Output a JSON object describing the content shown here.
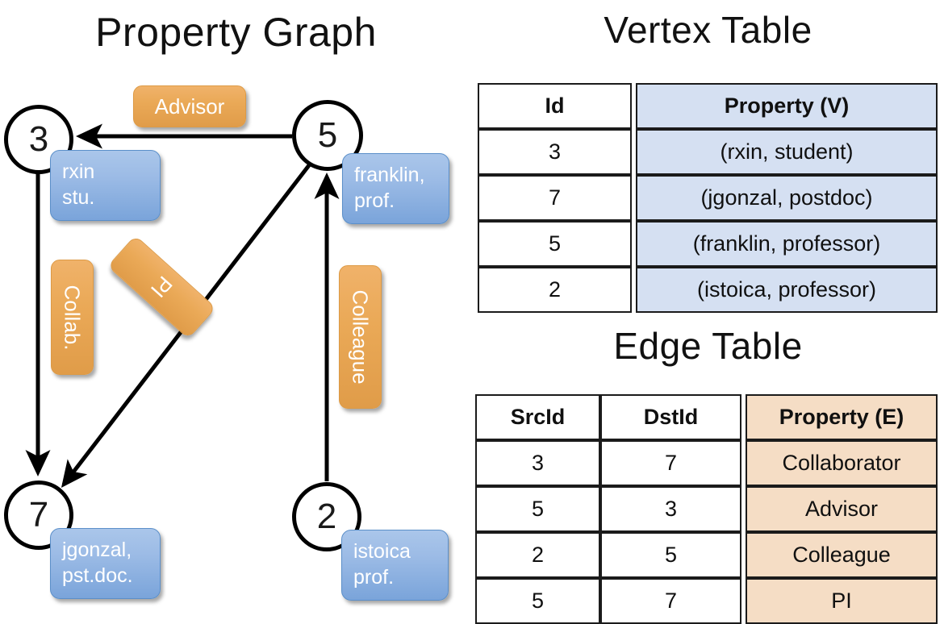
{
  "titles": {
    "property_graph": "Property Graph",
    "vertex_table": "Vertex Table",
    "edge_table": "Edge Table"
  },
  "graph": {
    "vertices": [
      {
        "id": "3",
        "box": [
          "rxin",
          "stu."
        ]
      },
      {
        "id": "5",
        "box": [
          "franklin,",
          "prof."
        ]
      },
      {
        "id": "7",
        "box": [
          "jgonzal,",
          "pst.doc."
        ]
      },
      {
        "id": "2",
        "box": [
          "istoica",
          "prof."
        ]
      }
    ],
    "edge_labels": [
      {
        "text": "Advisor",
        "orientation": "horizontal"
      },
      {
        "text": "Collab.",
        "orientation": "vertical"
      },
      {
        "text": "PI",
        "orientation": "rotated"
      },
      {
        "text": "Colleague",
        "orientation": "vertical"
      }
    ]
  },
  "vertex_table": {
    "columns": [
      "Id",
      "Property (V)"
    ],
    "rows": [
      {
        "id": "3",
        "property": "(rxin, student)"
      },
      {
        "id": "7",
        "property": "(jgonzal, postdoc)"
      },
      {
        "id": "5",
        "property": "(franklin, professor)"
      },
      {
        "id": "2",
        "property": "(istoica, professor)"
      }
    ]
  },
  "edge_table": {
    "columns": [
      "SrcId",
      "DstId",
      "Property (E)"
    ],
    "rows": [
      {
        "src": "3",
        "dst": "7",
        "property": "Collaborator"
      },
      {
        "src": "5",
        "dst": "3",
        "property": "Advisor"
      },
      {
        "src": "2",
        "dst": "5",
        "property": "Colleague"
      },
      {
        "src": "5",
        "dst": "7",
        "property": "PI"
      }
    ]
  },
  "colors": {
    "vertex_property_fill": "#d5e0f2",
    "edge_property_fill": "#f5ddc5",
    "node_box_fill": "#9dbce6",
    "edge_label_fill": "#eaa957",
    "stroke": "#000000"
  }
}
